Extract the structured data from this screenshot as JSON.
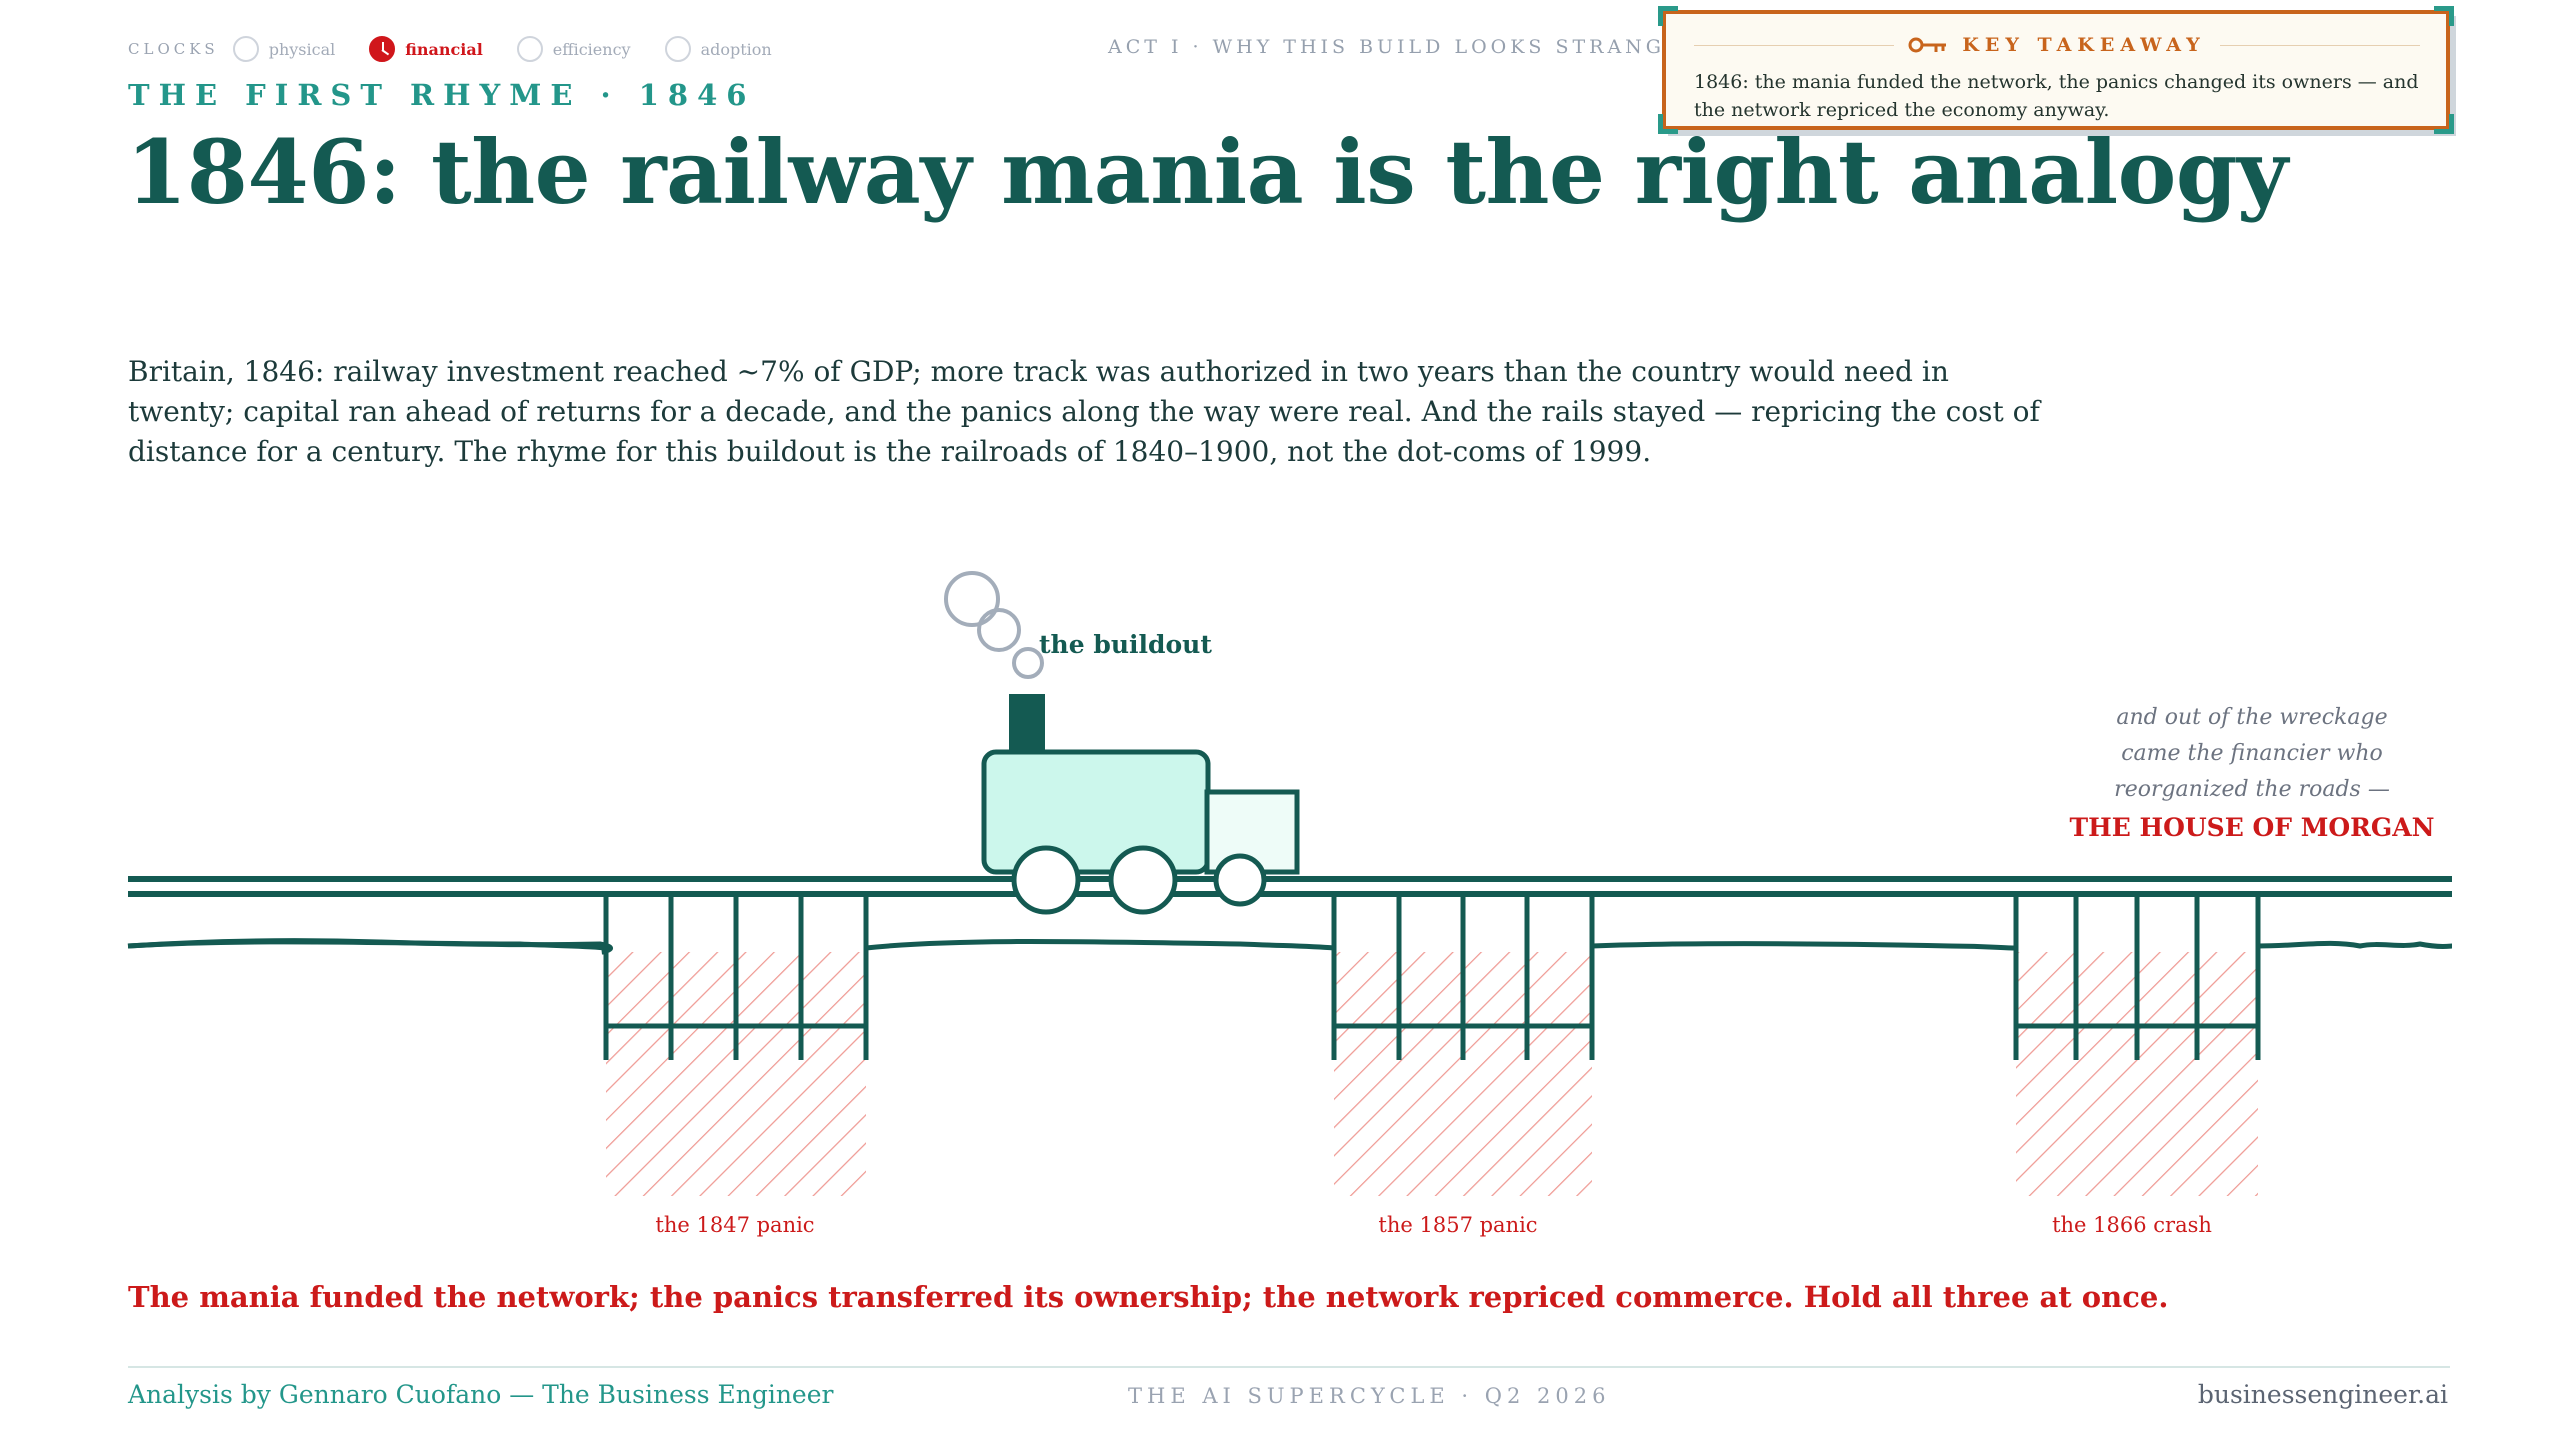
{
  "clocks": {
    "label": "CLOCKS",
    "items": [
      {
        "label": "physical",
        "active": false
      },
      {
        "label": "financial",
        "active": true
      },
      {
        "label": "efficiency",
        "active": false
      },
      {
        "label": "adoption",
        "active": false
      }
    ]
  },
  "header": {
    "act": "ACT I · WHY THIS BUILD LOOKS STRANGE",
    "kicker": "THE FIRST RHYME · 1846",
    "title": "1846: the railway mania is the right analogy"
  },
  "takeaway": {
    "label": "KEY TAKEAWAY",
    "icon": "key-icon",
    "text": "1846: the mania funded the network, the panics changed its owners — and the network repriced the economy anyway."
  },
  "lede": "Britain, 1846: railway investment reached ~7% of GDP; more track was authorized in two years than the country would need in twenty; capital ran ahead of returns for a decade, and the panics along the way were real. And the rails stayed — repricing the cost of distance for a century. The rhyme for this buildout is the railroads of 1840–1900, not the dot-coms of 1999.",
  "illustration": {
    "train_label": "the buildout",
    "panics": [
      "the 1847 panic",
      "the 1857 panic",
      "the 1866 crash"
    ],
    "morgan": {
      "lines": [
        "and out of the wreckage",
        "came the financier who",
        "reorganized the roads —"
      ],
      "title": "THE HOUSE OF MORGAN"
    }
  },
  "conclusion": "The mania funded the network; the panics transferred its ownership; the network repriced commerce. Hold all three at once.",
  "footer": {
    "left": "Analysis by Gennaro Cuofano — The Business Engineer",
    "center": "THE AI SUPERCYCLE · Q2 2026",
    "right": "businessengineer.ai"
  },
  "colors": {
    "teal_dark": "#145a52",
    "teal": "#23968a",
    "red": "#cc1a1a",
    "orange": "#c8641c",
    "mint": "#ccf7ec"
  }
}
